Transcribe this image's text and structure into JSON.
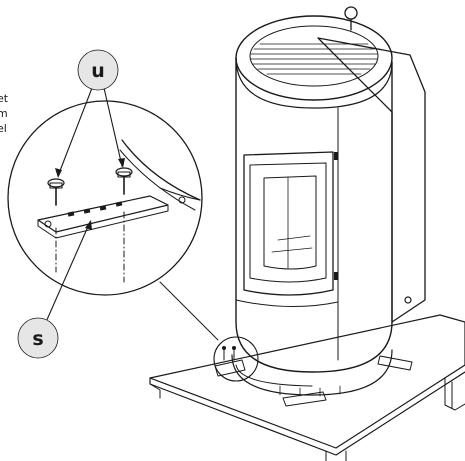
{
  "callouts": {
    "u": "u",
    "s": "s"
  },
  "edge_text": [
    "et",
    "m",
    "el"
  ],
  "colors": {
    "stroke": "#1a1a1a",
    "badge_fill": "#e6e6e6",
    "paper": "#ffffff"
  }
}
